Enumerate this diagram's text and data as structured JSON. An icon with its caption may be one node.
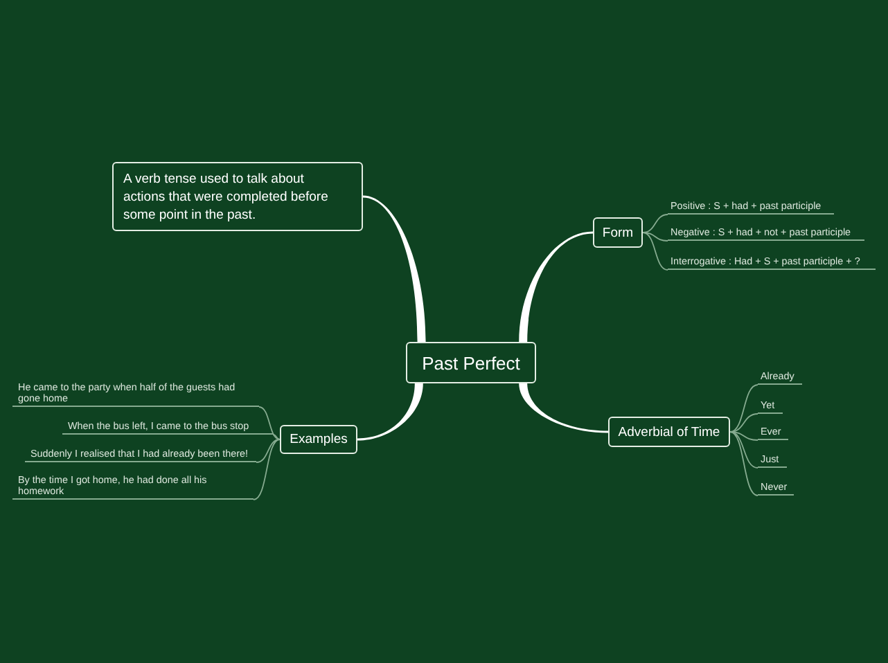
{
  "diagram": {
    "nodes": [
      {
        "text": [
          "Past Perfect"
        ]
      },
      {
        "text": [
          "A verb tense used to talk about actions that were completed before some point in the past."
        ]
      },
      {
        "text": [
          "Form"
        ]
      },
      {
        "text": [
          "Positive : S + had + past participle"
        ]
      },
      {
        "text": [
          "Negative : S + had + not + past participle"
        ]
      },
      {
        "text": [
          "Interrogative : Had + S + past participle + ?"
        ]
      },
      {
        "text": [
          "Adverbial of Time"
        ]
      },
      {
        "text": [
          "Already"
        ]
      },
      {
        "text": [
          "Yet"
        ]
      },
      {
        "text": [
          "Ever"
        ]
      },
      {
        "text": [
          "Just"
        ]
      },
      {
        "text": [
          "Never"
        ]
      },
      {
        "text": [
          "Examples"
        ]
      },
      {
        "text": [
          "He came to the party when half of the guests had gone home"
        ]
      },
      {
        "text": [
          "When the bus left, I came to the bus stop"
        ]
      },
      {
        "text": [
          "Suddenly I realised that I had already been there!"
        ]
      },
      {
        "text": [
          "By the time I got home, he had done all his homework"
        ]
      }
    ],
    "edges": [
      {
        "from": 0,
        "to": 1,
        "arrow": "none",
        "style": "thick",
        "color": "#ffffff"
      },
      {
        "from": 0,
        "to": 2,
        "arrow": "none",
        "style": "thick",
        "color": "#ffffff"
      },
      {
        "from": 2,
        "to": 3,
        "arrow": "none"
      },
      {
        "from": 2,
        "to": 4,
        "arrow": "none"
      },
      {
        "from": 2,
        "to": 5,
        "arrow": "none"
      },
      {
        "from": 0,
        "to": 6,
        "arrow": "none",
        "style": "thick",
        "color": "#ffffff"
      },
      {
        "from": 6,
        "to": 7,
        "arrow": "none"
      },
      {
        "from": 6,
        "to": 8,
        "arrow": "none"
      },
      {
        "from": 6,
        "to": 9,
        "arrow": "none"
      },
      {
        "from": 6,
        "to": 10,
        "arrow": "none"
      },
      {
        "from": 6,
        "to": 11,
        "arrow": "none"
      },
      {
        "from": 0,
        "to": 12,
        "arrow": "none",
        "style": "thick",
        "color": "#ffffff"
      },
      {
        "from": 12,
        "to": 13,
        "arrow": "none"
      },
      {
        "from": 12,
        "to": 14,
        "arrow": "none"
      },
      {
        "from": 12,
        "to": 15,
        "arrow": "none"
      },
      {
        "from": 12,
        "to": 16,
        "arrow": "none"
      }
    ]
  }
}
